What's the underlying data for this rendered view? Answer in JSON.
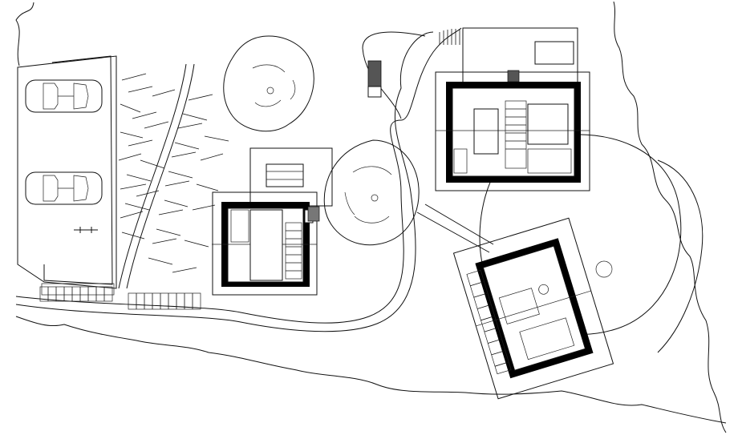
{
  "figure": {
    "kind": "site-plan",
    "colors": {
      "ink": "#111111",
      "paper": "#ffffff",
      "wall": "#000000",
      "roof_dark": "#555555"
    }
  },
  "elements": {
    "parking": {
      "cars": 2,
      "bike": 1
    },
    "trees": 3,
    "buildings": [
      "cabin-small",
      "house-main",
      "annex-rotated"
    ],
    "stairs": 1
  }
}
